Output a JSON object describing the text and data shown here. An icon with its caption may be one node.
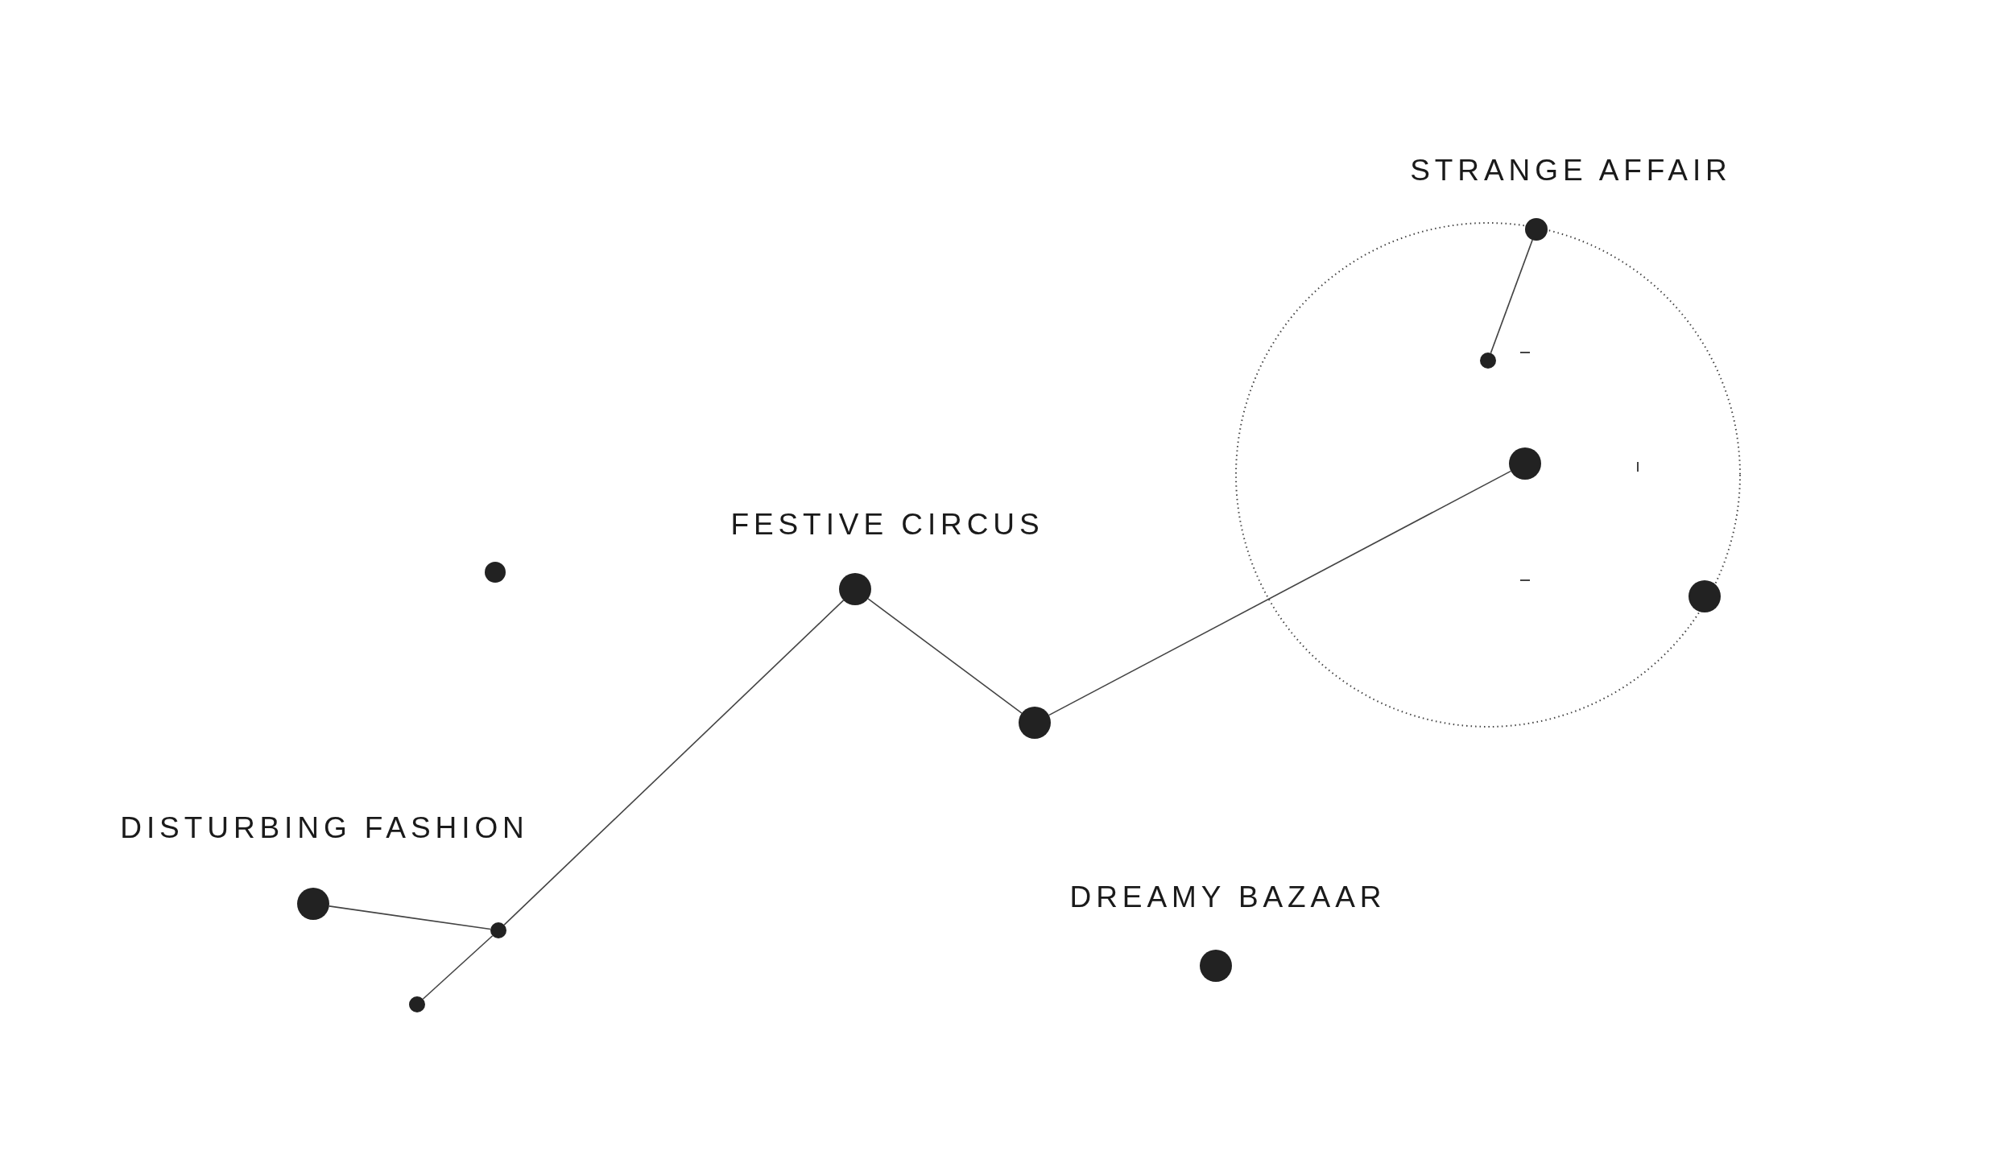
{
  "diagram": {
    "nodes": [
      {
        "text": [],
        "shape": "circle"
      },
      {
        "text": [],
        "shape": "circle"
      },
      {
        "text": [],
        "shape": "circle"
      },
      {
        "text": [],
        "shape": "circle"
      },
      {
        "text": [],
        "shape": "circle"
      },
      {
        "text": [],
        "shape": "circle"
      },
      {
        "text": [],
        "shape": "circle"
      },
      {
        "text": [],
        "shape": "circle"
      },
      {
        "text": [],
        "shape": "circle"
      },
      {
        "text": [],
        "shape": "circle"
      },
      {
        "text": [],
        "shape": "circle"
      }
    ],
    "edges": [
      {
        "from": 0,
        "to": 1,
        "arrow": "none"
      },
      {
        "from": 6,
        "to": 2,
        "arrow": "none"
      },
      {
        "from": 4,
        "to": 6,
        "arrow": "none"
      },
      {
        "from": 8,
        "to": 4,
        "arrow": "none"
      },
      {
        "from": 7,
        "to": 8,
        "arrow": "none"
      },
      {
        "from": 10,
        "to": 8,
        "arrow": "none"
      }
    ],
    "labels": [
      "STRANGE AFFAIR",
      "FESTIVE CIRCUS",
      "DISTURBING FASHION",
      "DREAMY BAZAAR"
    ]
  }
}
